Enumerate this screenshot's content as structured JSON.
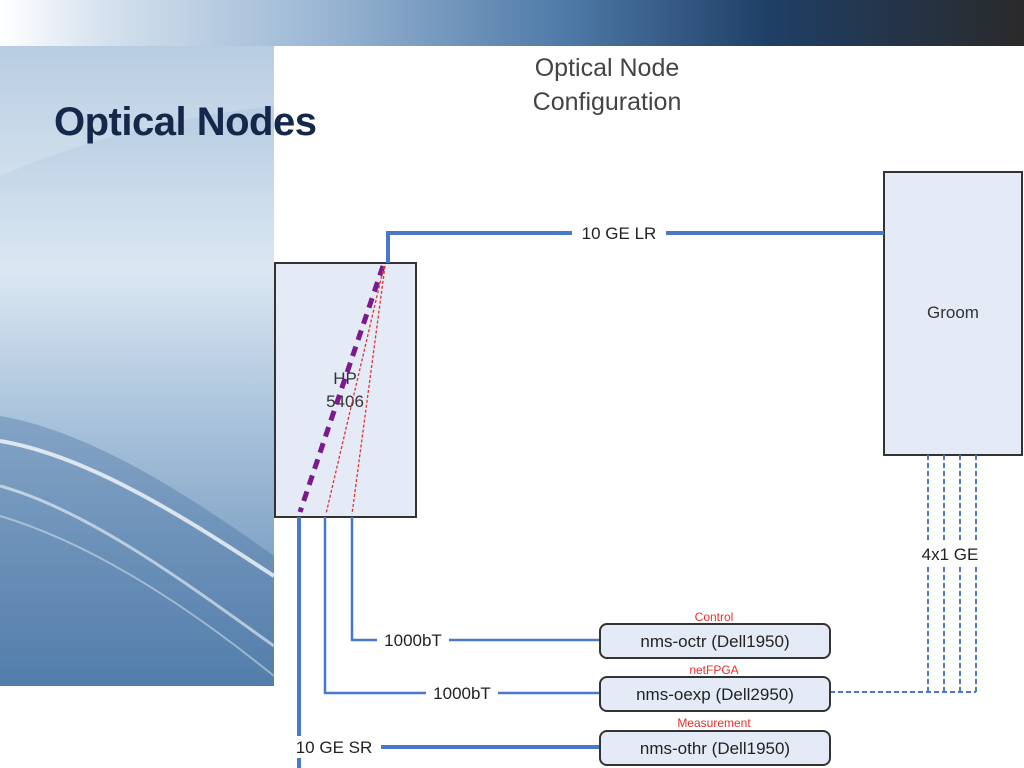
{
  "slide": {
    "title": "Optical Nodes"
  },
  "diagram": {
    "title_line1": "Optical Node",
    "title_line2": "Configuration",
    "switch": {
      "line1": "HP",
      "line2": "5406"
    },
    "groom": "Groom",
    "links": {
      "lr": "10 GE LR",
      "ge4x1": "4x1 GE",
      "control_link": "1000bT",
      "netfpga_link": "1000bT",
      "measurement_link": "10 GE SR"
    },
    "hosts": [
      {
        "role": "Control",
        "name": "nms-octr (Dell1950)"
      },
      {
        "role": "netFPGA",
        "name": "nms-oexp (Dell2950)"
      },
      {
        "role": "Measurement",
        "name": "nms-othr (Dell1950)"
      }
    ]
  },
  "colors": {
    "title": "#14284a",
    "link_blue": "#4a78c8",
    "box_fill": "#e4eaf6",
    "role_red": "#e8302a",
    "vlan_purple": "#7a1a8c"
  }
}
